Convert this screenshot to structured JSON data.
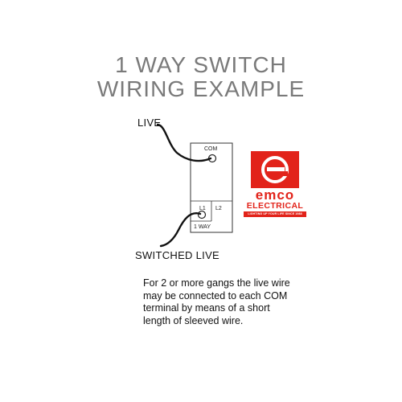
{
  "title": {
    "line1": "1 WAY SWITCH",
    "line2": "WIRING EXAMPLE"
  },
  "labels": {
    "live": "LIVE",
    "switched_live": "SWITCHED LIVE"
  },
  "switch": {
    "com": "COM",
    "l1": "L1",
    "l2": "L2",
    "type": "1 WAY"
  },
  "note": "For 2 or more gangs the live wire may be connected to each COM terminal by means of a short length of sleeved wire.",
  "logo": {
    "name": "emco",
    "sub": "ELECTRICAL",
    "tagline": "LIGHTING UP YOUR LIFE SINCE 1988",
    "color": "#e2231a"
  }
}
